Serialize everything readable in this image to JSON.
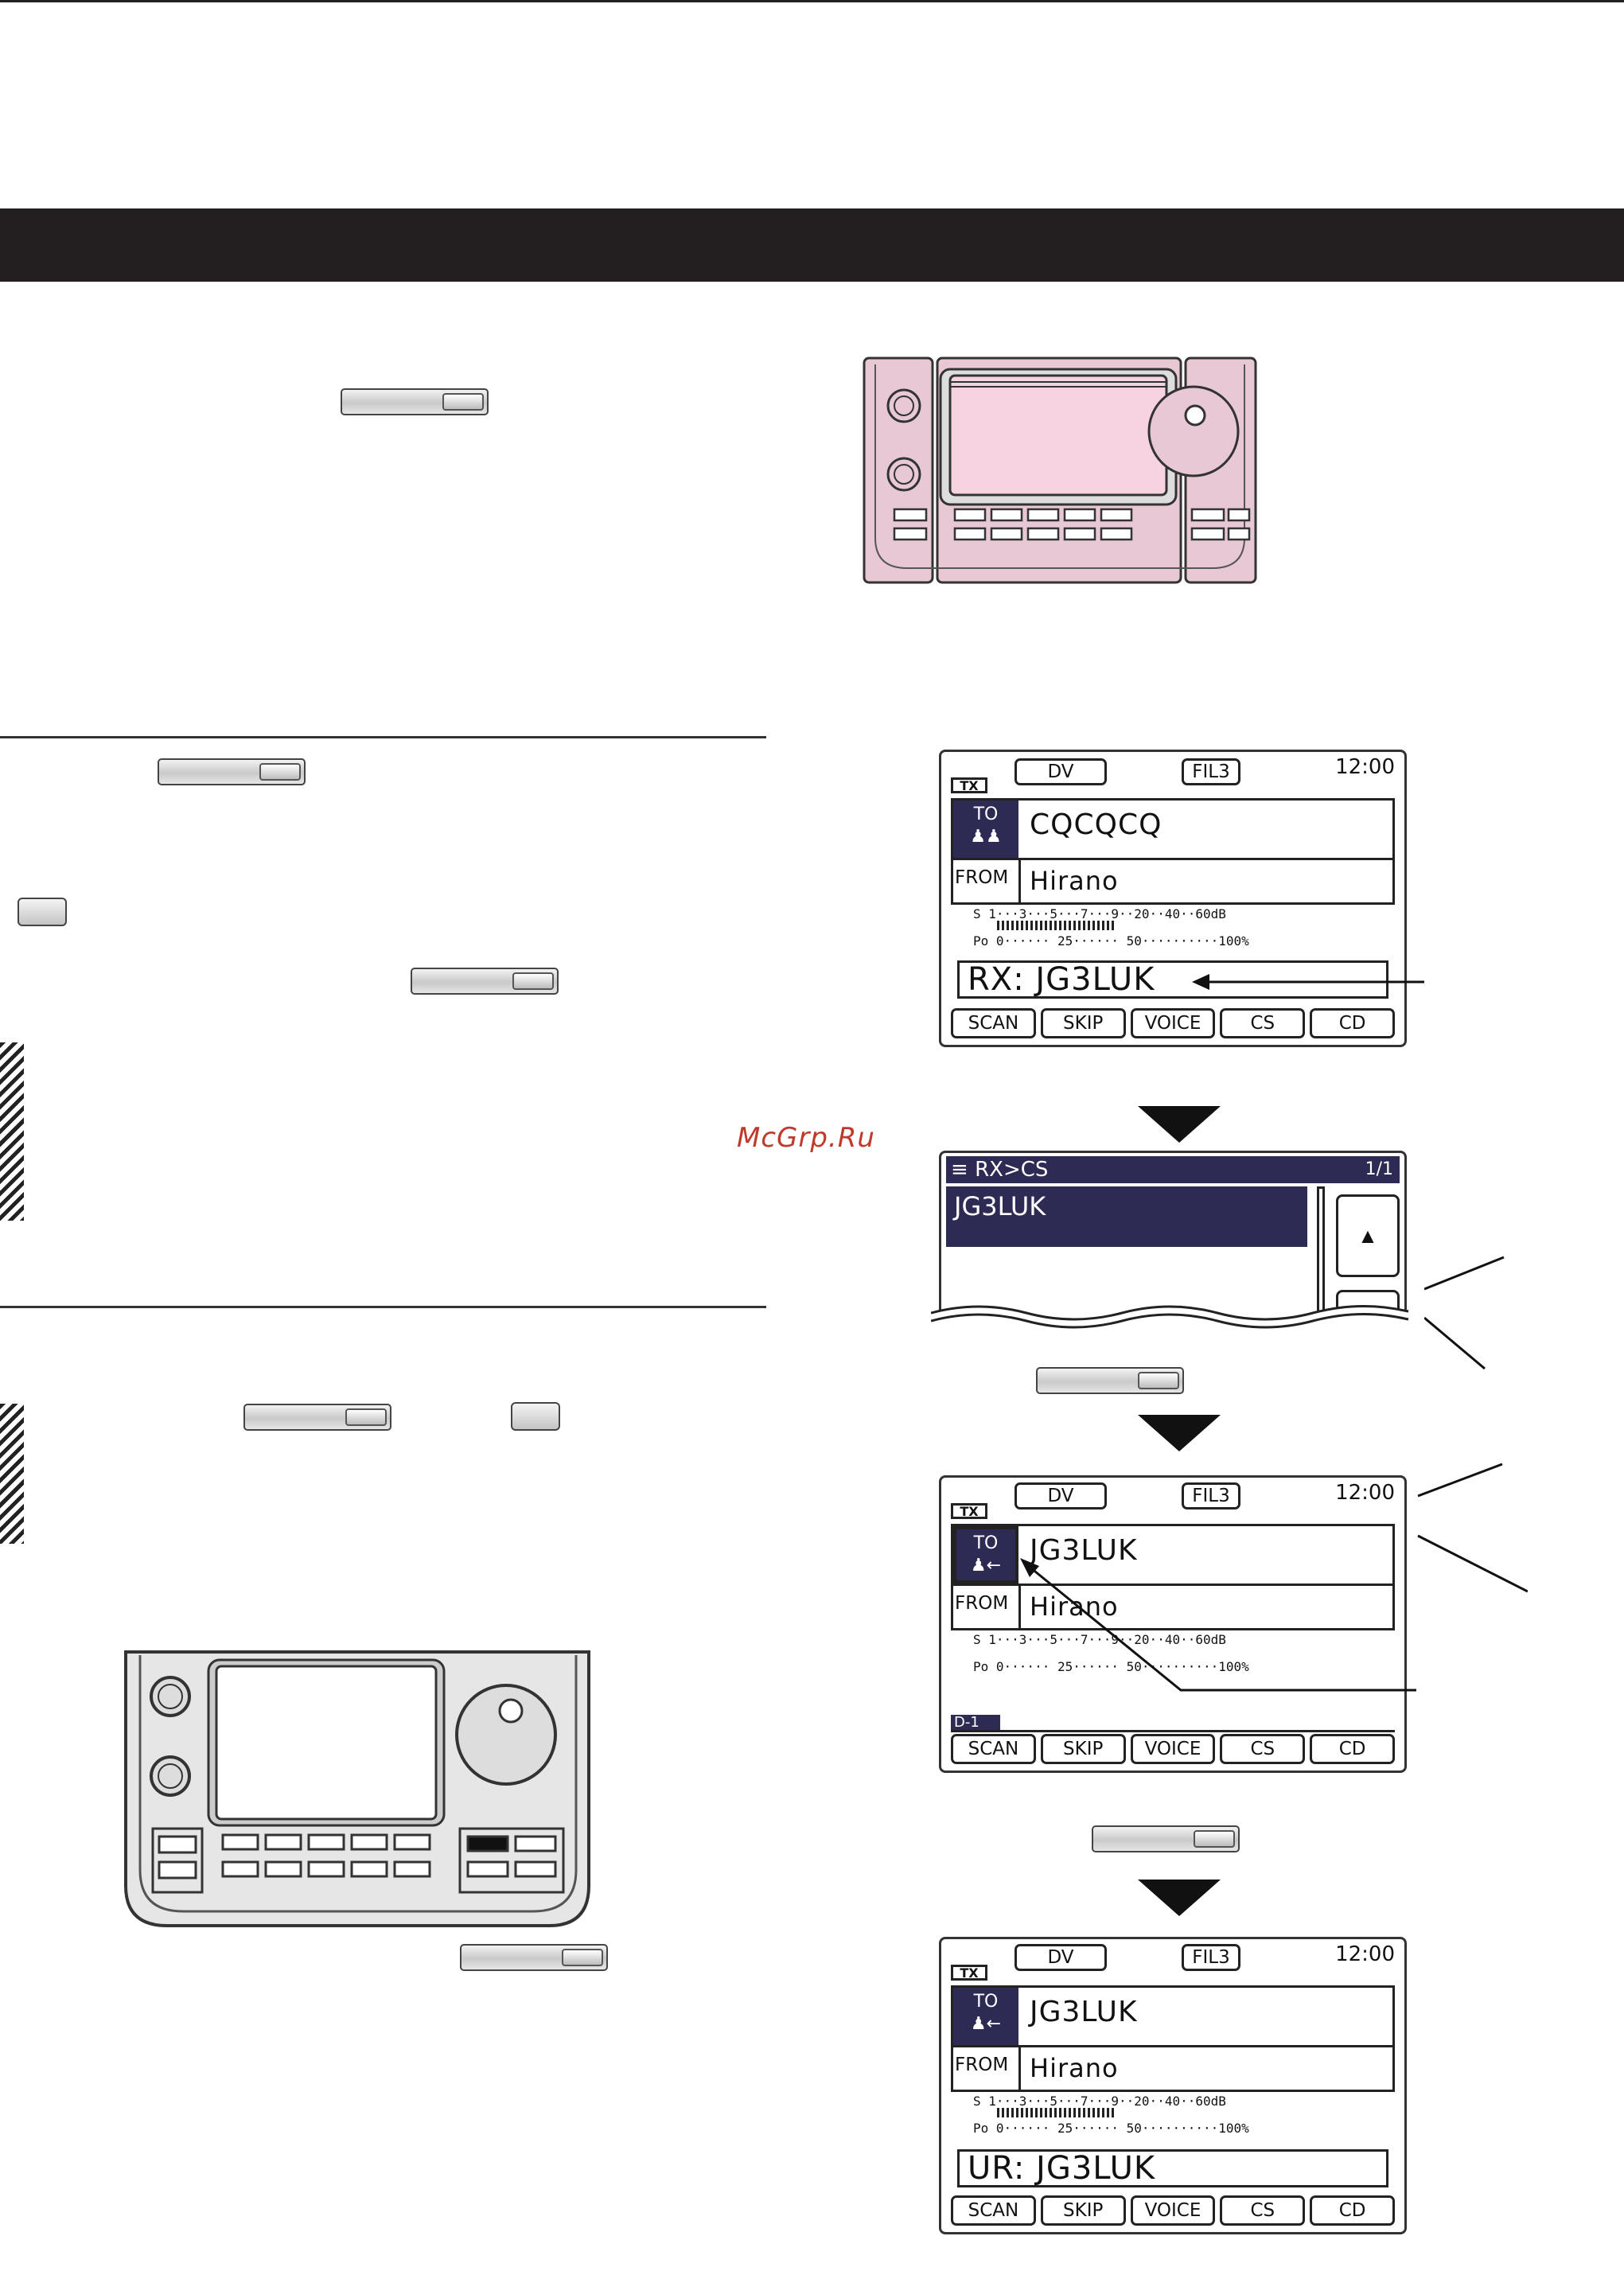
{
  "watermark": "McGrp.Ru",
  "screen1": {
    "mode": "DV",
    "filter": "FIL3",
    "clock": "12:00",
    "tx": "TX",
    "to_label": "TO",
    "to_value": "CQCQCQ",
    "from_label": "FROM",
    "from_value": "Hirano",
    "s_meter": "S 1···3···5···7···9··20··40··60dB",
    "po_meter": "Po 0······ 25······ 50··········100%",
    "bottom_line": "RX: JG3LUK",
    "softkeys": [
      "SCAN",
      "SKIP",
      "VOICE",
      "CS",
      "CD"
    ]
  },
  "screen2": {
    "header": "RX>CS",
    "page": "1/1",
    "item": "JG3LUK",
    "up_glyph": "▲"
  },
  "screen3": {
    "mode": "DV",
    "filter": "FIL3",
    "clock": "12:00",
    "tx": "TX",
    "to_label": "TO",
    "to_value": "JG3LUK",
    "from_label": "FROM",
    "from_value": "Hirano",
    "s_meter": "S 1···3···5···7···9··20··40··60dB",
    "po_meter": "Po 0······ 25······ 50··········100%",
    "tag": "D-1",
    "softkeys": [
      "SCAN",
      "SKIP",
      "VOICE",
      "CS",
      "CD"
    ]
  },
  "screen4": {
    "mode": "DV",
    "filter": "FIL3",
    "clock": "12:00",
    "tx": "TX",
    "to_label": "TO",
    "to_value": "JG3LUK",
    "from_label": "FROM",
    "from_value": "Hirano",
    "s_meter": "S 1···3···5···7···9··20··40··60dB",
    "po_meter": "Po 0······ 25······ 50··········100%",
    "bottom_line": "UR: JG3LUK",
    "softkeys": [
      "SCAN",
      "SKIP",
      "VOICE",
      "CS",
      "CD"
    ]
  },
  "colors": {
    "header_band": "#231f20",
    "panel_highlight": "#e8c8d4",
    "display_navy": "#2d2b54"
  }
}
